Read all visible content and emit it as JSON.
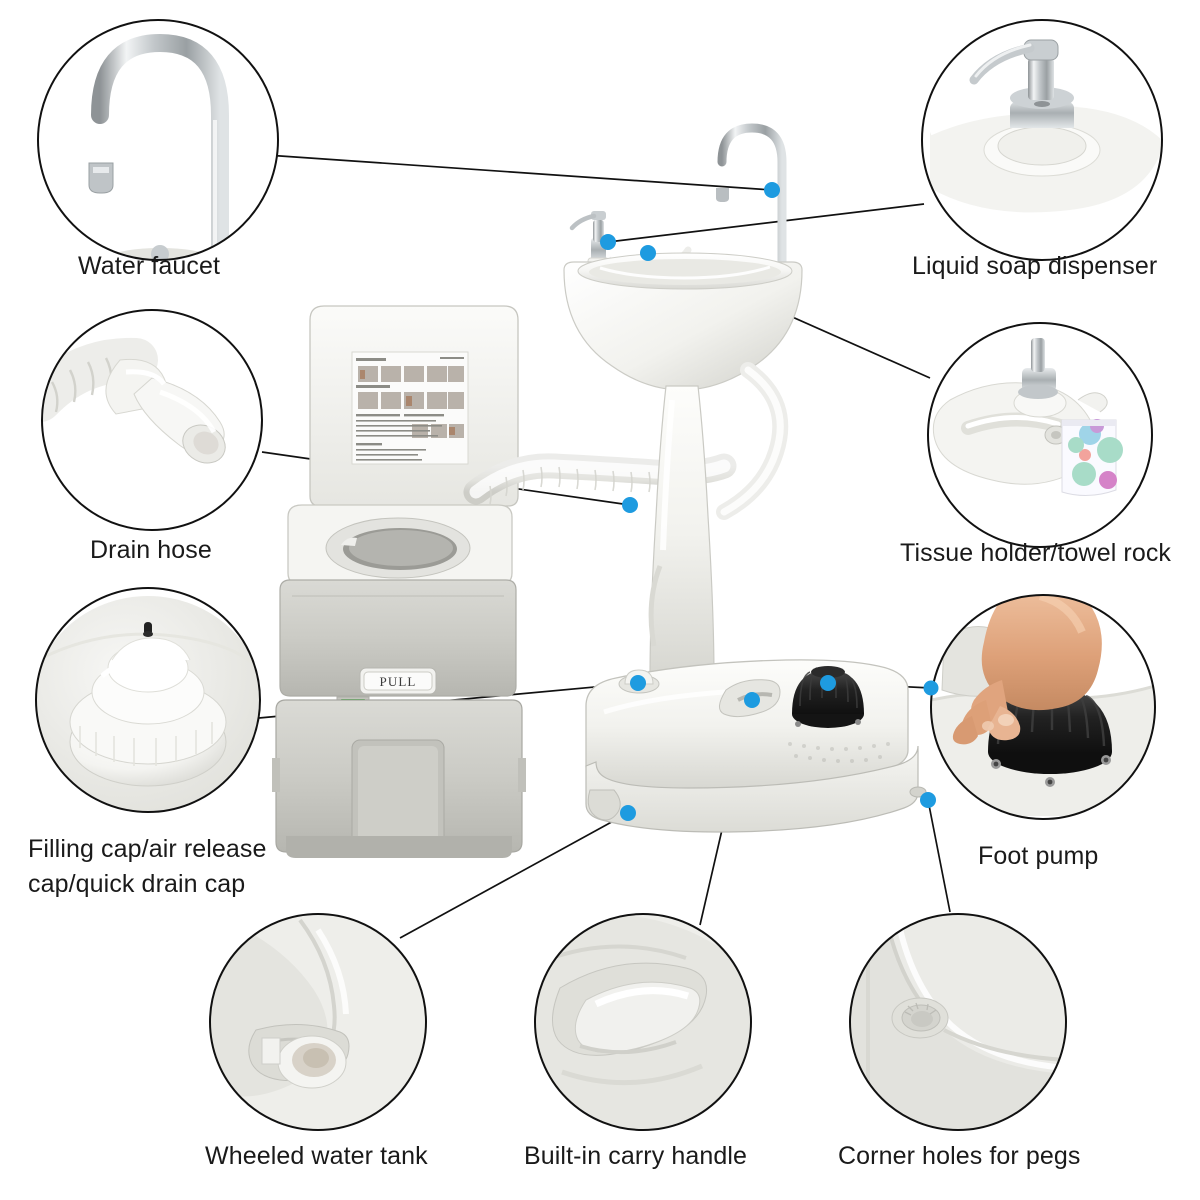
{
  "image": {
    "kind": "product-feature-infographic",
    "subject": "Portable camping toilet and wash basin stand",
    "background_color": "#ffffff",
    "marker_color": "#1e9be0",
    "line_color": "#111111",
    "label_color": "#1a1a1a"
  },
  "callouts": [
    {
      "id": "water-faucet",
      "label": "Water faucet",
      "position": "top-left",
      "detail": "Chrome gooseneck faucet spout on vertical riser"
    },
    {
      "id": "liquid-soap",
      "label": "Liquid soap dispenser",
      "position": "top-right",
      "detail": "Chrome pump-top soap dispenser seated in basin rim"
    },
    {
      "id": "drain-hose",
      "label": "Drain hose",
      "position": "mid-left",
      "detail": "White corrugated flexible drain hose with smooth end cuff"
    },
    {
      "id": "tissue-holder",
      "label": "Tissue holder/towel rock",
      "position": "mid-right",
      "detail": "Moulded tray with side peg holding a polka-dot towel"
    },
    {
      "id": "filling-cap",
      "label_line1": "Filling cap/air release",
      "label_line2": "cap/quick drain cap",
      "position": "lower-left",
      "detail": "Stepped white screw cap with small black vent nub"
    },
    {
      "id": "foot-pump",
      "label": "Foot pump",
      "position": "lower-right",
      "detail": "Bare foot pressing a black ribbed rubber foot pump"
    },
    {
      "id": "wheeled-tank",
      "label": "Wheeled water tank",
      "position": "bottom-left",
      "detail": "Recessed wheel in the moulded tank corner"
    },
    {
      "id": "carry-handle",
      "label": "Built-in carry handle",
      "position": "bottom-center",
      "detail": "Moulded grip recess on top of the tank"
    },
    {
      "id": "corner-holes",
      "label": "Corner holes for pegs",
      "position": "bottom-right",
      "detail": "Countersunk peg hole in the tank corner"
    }
  ],
  "product": {
    "toilet": {
      "lid_label_text": "PULL",
      "lid_sticker": "printed instruction diagram sticker",
      "level_indicator_color": "#2aa028",
      "body_color": "#c9c9c4",
      "lid_color": "#f2f2ef"
    },
    "sink": {
      "basin_color": "#fbfbfa",
      "faucet_finish": "chrome",
      "tank_color": "#f4f4f0",
      "foot_pump_color": "#1c1c1c"
    }
  }
}
